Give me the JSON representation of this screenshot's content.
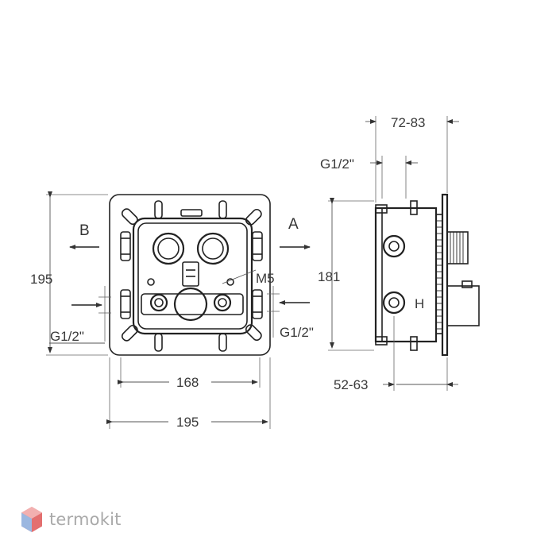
{
  "front_view": {
    "label_left": "B",
    "label_right": "A",
    "height_dim": "195",
    "inner_width_dim": "168",
    "outer_width_dim": "195",
    "thread_left": "G1/2\"",
    "thread_right": "G1/2\"",
    "screw_label": "M5"
  },
  "side_view": {
    "depth_range_dim": "72-83",
    "thread_dim": "G1/2\"",
    "height_dim": "181",
    "depth_min_dim": "52-63",
    "marking": "H"
  },
  "brand": {
    "name": "termokit",
    "logo_icon": "hexagon-cube-logo"
  }
}
